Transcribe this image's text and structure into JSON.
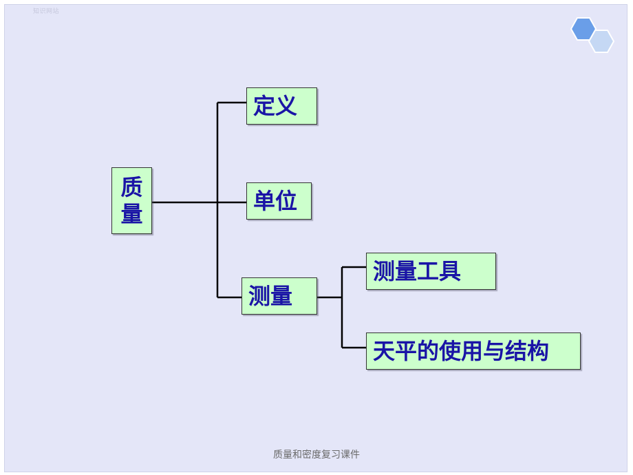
{
  "watermark": "知识网站",
  "root": {
    "line1": "质",
    "line2": "量"
  },
  "branches": {
    "definition": "定义",
    "unit": "单位",
    "measurement": "测量"
  },
  "sub_branches": {
    "tool": "测量工具",
    "balance": "天平的使用与结构"
  },
  "footer": "质量和密度复习课件",
  "colors": {
    "box_fill": "#ccffcc",
    "text": "#1a14a6",
    "background": "#e4e6f8",
    "hex_dark": "#6a9ee8",
    "hex_light": "#c5d8f4"
  }
}
